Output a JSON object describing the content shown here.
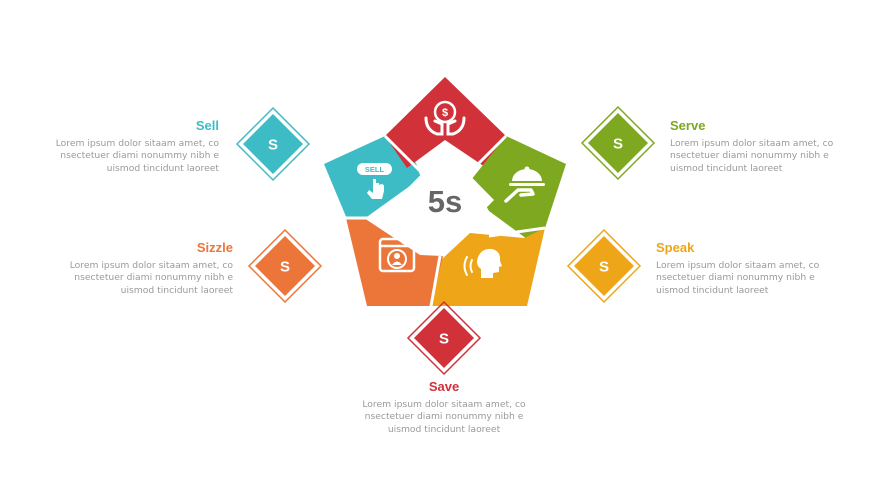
{
  "center_label": "5s",
  "badge_letter": "S",
  "sell_button_text": "SELL",
  "colors": {
    "sell": "#3ebcc6",
    "serve": "#7da81f",
    "sizzle": "#ec7539",
    "speak": "#eea517",
    "save": "#d1323a",
    "text_gray": "#9a9a9a"
  },
  "items": {
    "sell": {
      "title": "Sell",
      "desc": [
        "Lorem ipsum dolor sitaam amet, co",
        "nsectetuer diami nonummy  nibh e",
        "uismod tincidunt laoreet"
      ]
    },
    "serve": {
      "title": "Serve",
      "desc": [
        "Lorem ipsum dolor sitaam amet, co",
        "nsectetuer diami nonummy  nibh e",
        "uismod tincidunt laoreet"
      ]
    },
    "sizzle": {
      "title": "Sizzle",
      "desc": [
        "Lorem ipsum dolor sitaam amet, co",
        "nsectetuer diami nonummy  nibh e",
        "uismod tincidunt laoreet"
      ]
    },
    "speak": {
      "title": "Speak",
      "desc": [
        "Lorem ipsum dolor sitaam amet, co",
        "nsectetuer diami nonummy  nibh e",
        "uismod tincidunt laoreet"
      ]
    },
    "save": {
      "title": "Save",
      "desc": [
        "Lorem ipsum dolor sitaam amet, co",
        "nsectetuer diami nonummy  nibh e",
        "uismod tincidunt laoreet"
      ]
    }
  },
  "icons": {
    "save": "money-hands-icon",
    "serve": "serving-cloche-icon",
    "sell": "sell-button-click-icon",
    "sizzle": "browser-user-icon",
    "speak": "speaking-head-icon"
  }
}
